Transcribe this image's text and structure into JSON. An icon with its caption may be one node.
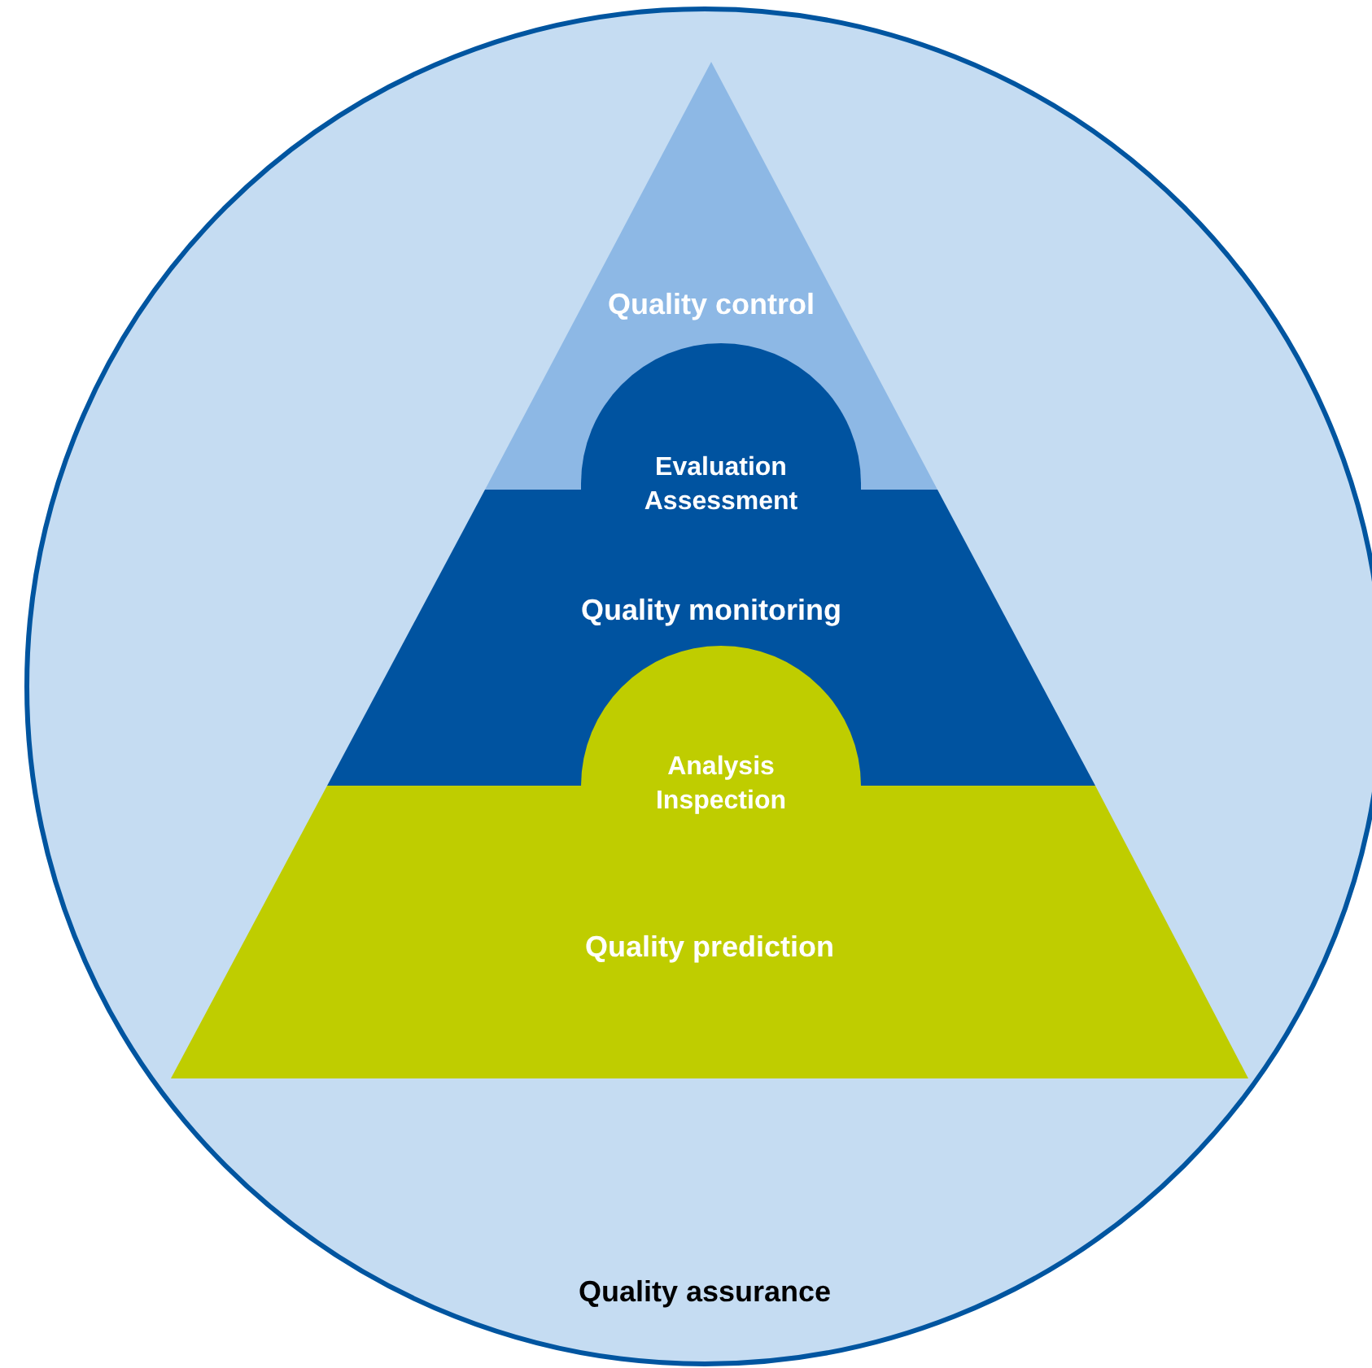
{
  "diagram": {
    "nodes": [
      {
        "text": [
          "Quality assurance"
        ]
      },
      {
        "text": [
          "Quality control"
        ],
        "in": 0
      },
      {
        "text": [
          "Evaluation",
          "Assessment"
        ],
        "in": 0
      },
      {
        "text": [
          "Quality monitoring"
        ],
        "in": 0
      },
      {
        "text": [
          "Analysis",
          "Inspection"
        ],
        "in": 0
      },
      {
        "text": [
          "Quality prediction"
        ],
        "in": 0
      }
    ],
    "edges": []
  }
}
